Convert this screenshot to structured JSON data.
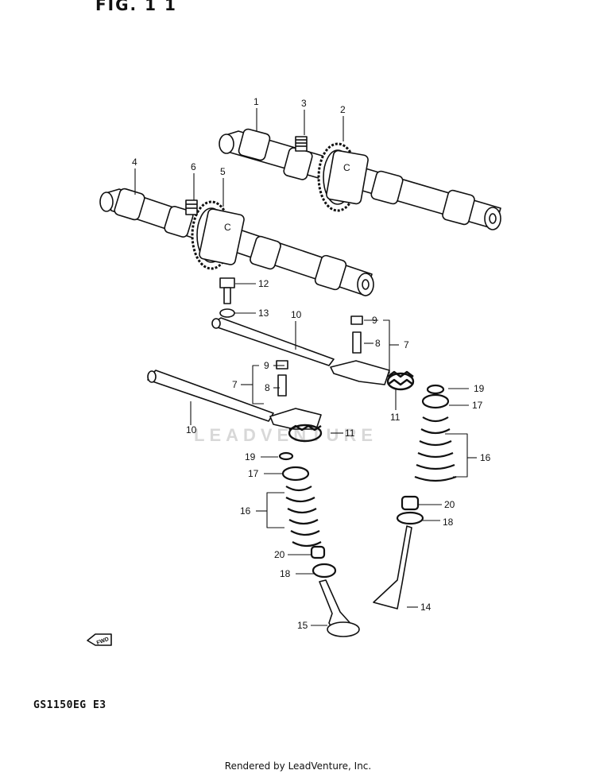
{
  "figure": {
    "title": "FIG. 1 1",
    "model": "GS1150EG  E3",
    "footer": "Rendered by LeadVenture, Inc.",
    "watermark": "LEADVENTURE",
    "fwd_label": "FWD"
  },
  "callouts": [
    {
      "id": "1",
      "part": "camshaft"
    },
    {
      "id": "2",
      "part": "cam sprocket"
    },
    {
      "id": "3",
      "part": "bolt"
    },
    {
      "id": "4",
      "part": "camshaft"
    },
    {
      "id": "5",
      "part": "cam sprocket"
    },
    {
      "id": "6",
      "part": "bolt"
    },
    {
      "id": "7",
      "part": "rocker arm"
    },
    {
      "id": "8",
      "part": "adjuster screw"
    },
    {
      "id": "9",
      "part": "lock nut"
    },
    {
      "id": "10",
      "part": "rocker arm shaft"
    },
    {
      "id": "11",
      "part": "spring"
    },
    {
      "id": "12",
      "part": "bolt"
    },
    {
      "id": "13",
      "part": "washer"
    },
    {
      "id": "14",
      "part": "valve"
    },
    {
      "id": "15",
      "part": "valve"
    },
    {
      "id": "16",
      "part": "valve spring"
    },
    {
      "id": "17",
      "part": "retainer"
    },
    {
      "id": "18",
      "part": "spring seat"
    },
    {
      "id": "19",
      "part": "cotter"
    },
    {
      "id": "20",
      "part": "oil seal"
    }
  ]
}
